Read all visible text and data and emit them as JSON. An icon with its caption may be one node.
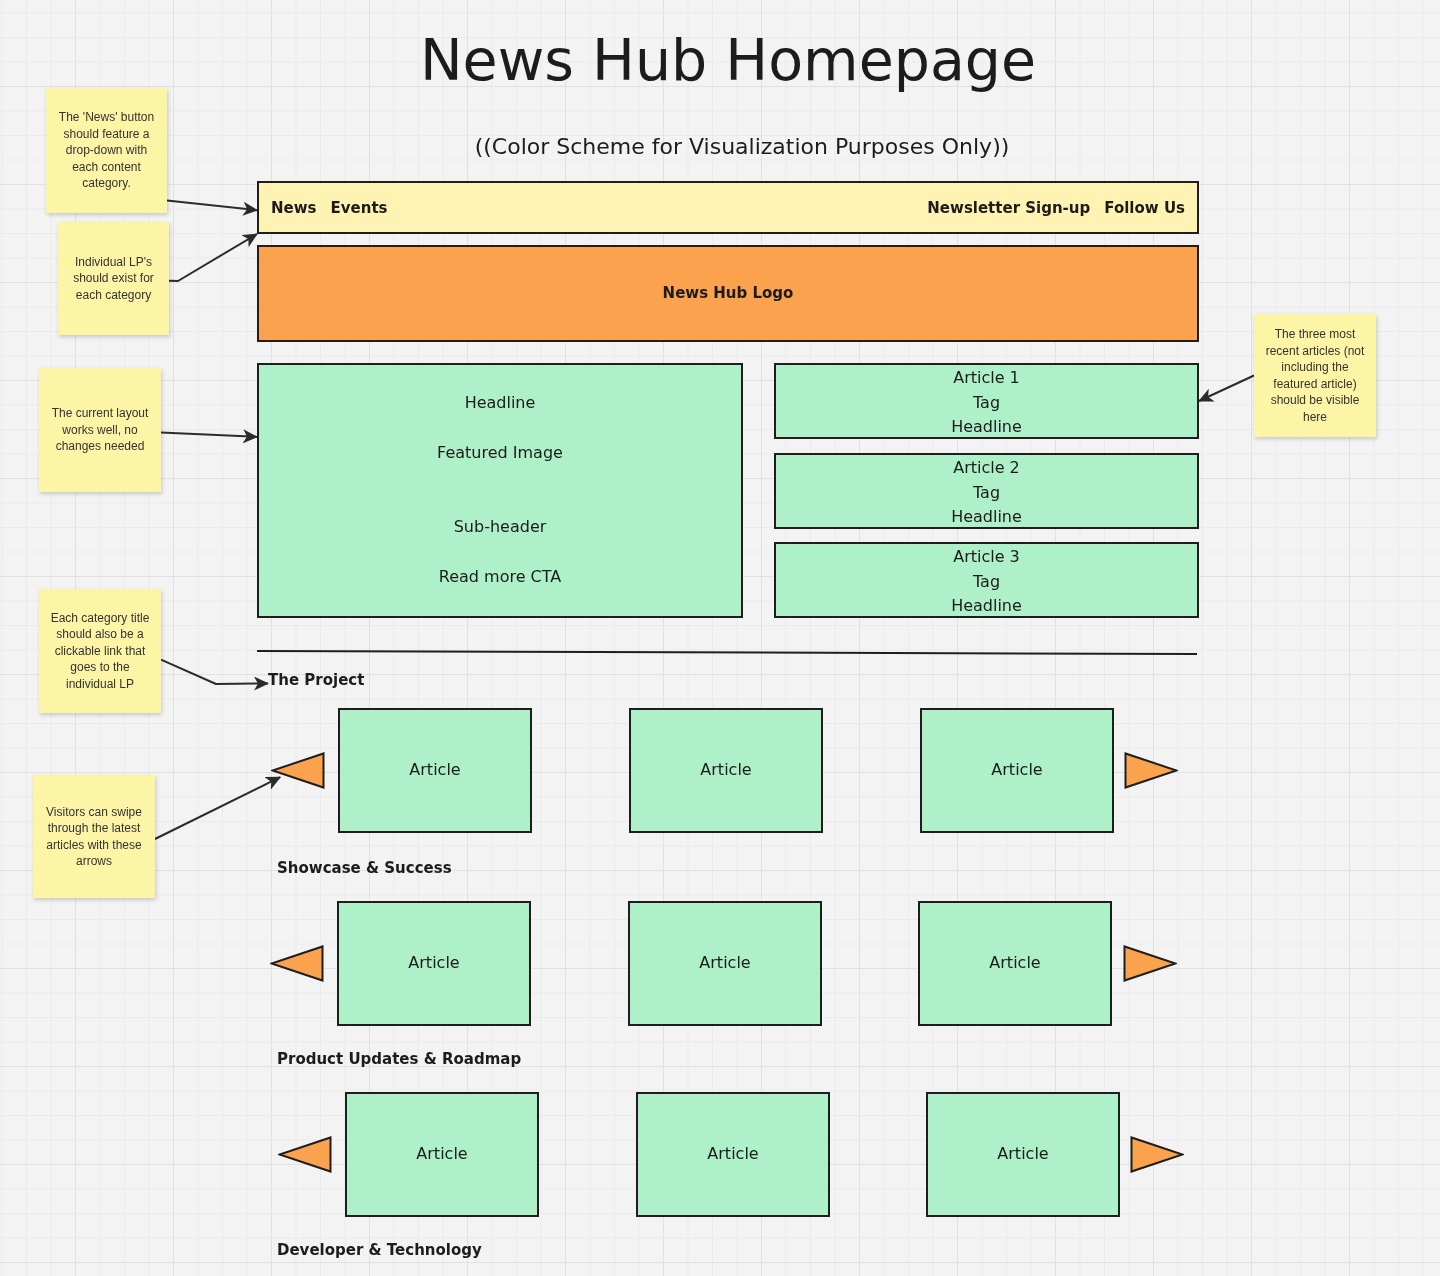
{
  "diagram": {
    "title": "News Hub Homepage",
    "nodes": [
      {
        "text": [
          "The 'News' button should feature a drop-down with each content category."
        ]
      },
      {
        "text": [
          "Individual LP's should exist for each category"
        ]
      },
      {
        "text": [
          "News",
          "Events",
          "Newsletter Sign-up",
          "Follow Us"
        ]
      },
      {
        "text": [
          "News Hub Logo"
        ]
      },
      {
        "text": [
          "The current layout works well, no changes needed"
        ]
      },
      {
        "text": [
          "Headline",
          "Featured Image",
          "Sub-header",
          "Read more CTA"
        ]
      },
      {
        "text": [
          "Article 1",
          "Tag",
          "Headline"
        ]
      },
      {
        "text": [
          "Article 2",
          "Tag",
          "Headline"
        ]
      },
      {
        "text": [
          "Article 3",
          "Tag",
          "Headline"
        ]
      },
      {
        "text": [
          "The three most recent articles (not including the featured article) should be visible here"
        ]
      },
      {
        "text": [
          "Each category title should also be a clickable link that goes to the individual LP"
        ]
      },
      {
        "text": [
          "The Project"
        ]
      },
      {
        "text": [],
        "shape": "triangle"
      },
      {
        "text": [
          "Article"
        ]
      },
      {
        "text": [
          "Article"
        ]
      },
      {
        "text": [
          "Article"
        ]
      },
      {
        "text": [],
        "shape": "triangle"
      },
      {
        "text": [
          "Visitors can swipe through the latest articles with these arrows"
        ]
      },
      {
        "text": [],
        "shape": "triangle"
      },
      {
        "text": [
          "Article"
        ]
      },
      {
        "text": [
          "Article"
        ]
      },
      {
        "text": [
          "Article"
        ]
      },
      {
        "text": [],
        "shape": "triangle"
      },
      {
        "text": [],
        "shape": "triangle"
      },
      {
        "text": [
          "Article"
        ]
      },
      {
        "text": [
          "Article"
        ]
      },
      {
        "text": [
          "Article"
        ]
      },
      {
        "text": [],
        "shape": "triangle"
      }
    ],
    "edges": [
      {
        "from": 0,
        "to": 2,
        "arrow": "to"
      },
      {
        "from": 1,
        "to": 2,
        "arrow": "to"
      },
      {
        "from": 4,
        "to": 5,
        "arrow": "to"
      },
      {
        "from": 9,
        "to": 6,
        "arrow": "to"
      },
      {
        "from": 10,
        "to": 11,
        "arrow": "to"
      },
      {
        "from": 17,
        "to": 12,
        "arrow": "to"
      }
    ],
    "labels": [
      "((Color Scheme for Visualization Purposes Only))",
      "Showcase & Success",
      "Product Updates & Roadmap",
      "Developer & Technology"
    ]
  }
}
